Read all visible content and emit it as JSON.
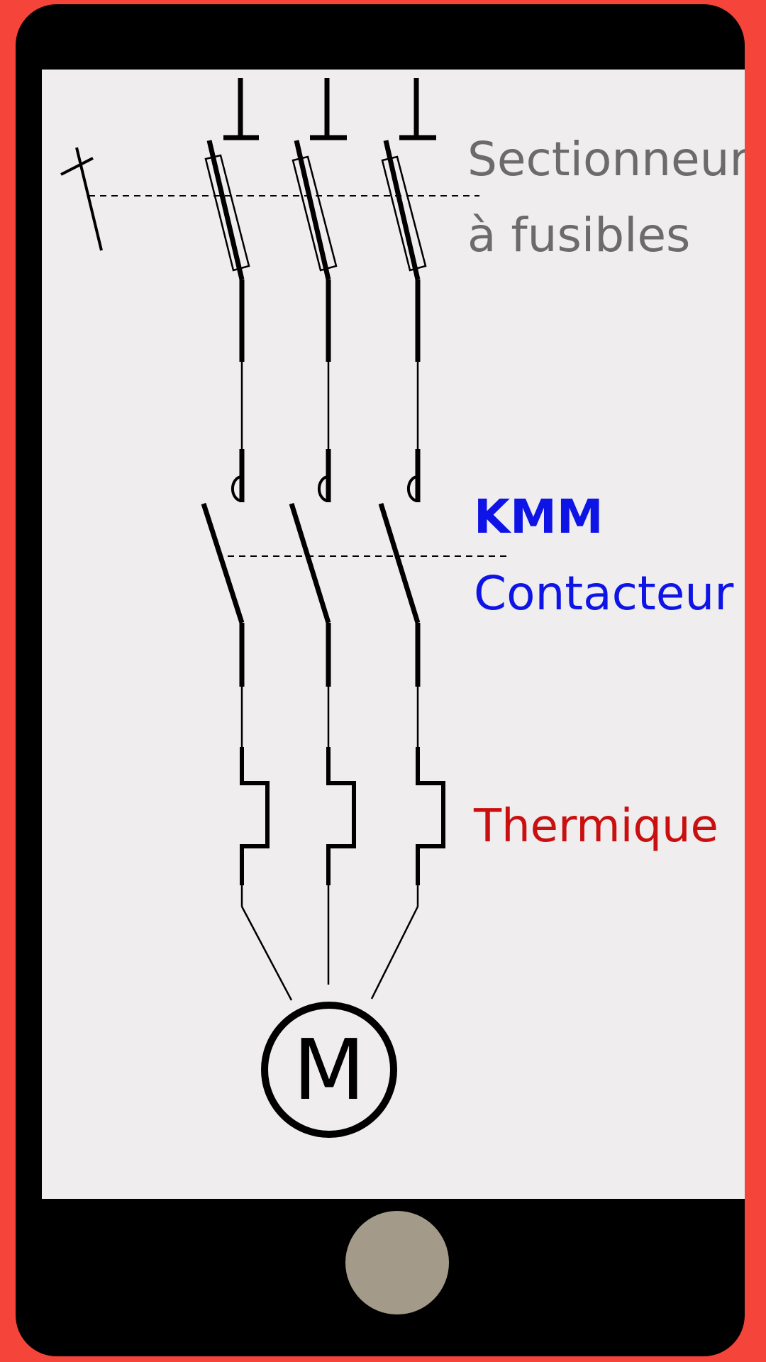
{
  "labels": {
    "sectionneur_line1": "Sectionneur",
    "sectionneur_line2": "à fusibles",
    "kmm": "KMM",
    "contacteur": "Contacteur",
    "thermique": "Thermique",
    "motor": "M"
  },
  "colors": {
    "sectionneur": "#6b6b6b",
    "contacteur": "#0f14e6",
    "thermique": "#c90f0f",
    "frame_border": "#f5443a",
    "screen_bg": "#efeded",
    "home_button": "#a39a8a"
  },
  "icons": {
    "home": "home-button"
  }
}
